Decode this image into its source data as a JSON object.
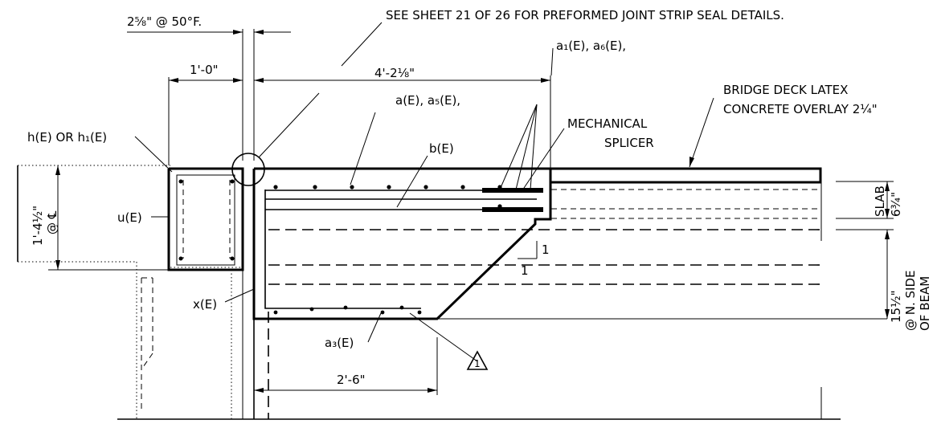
{
  "notes": {
    "sheet_ref": "SEE SHEET 21 OF 26 FOR PREFORMED JOINT STRIP SEAL DETAILS.",
    "overlay_line1": "BRIDGE DECK LATEX",
    "overlay_line2": "CONCRETE OVERLAY 2¼\"",
    "splicer_line1": "MECHANICAL",
    "splicer_line2": "SPLICER"
  },
  "dimensions": {
    "gap": "2⅝\" @ 50°F.",
    "one_foot": "1'-0\"",
    "span": "4'-2⅛\"",
    "bottom": "2'-6\"",
    "left_height": "1'-4½\"",
    "left_at": "@ ℄",
    "slab_label": "SLAB",
    "slab_thickness": "6¾\"",
    "beam_depth": "15½\"",
    "beam_line1": "@ N. SIDE",
    "beam_line2": "OF BEAM"
  },
  "callouts": {
    "a1_a6": "a₁(E), a₆(E),",
    "a_a5": "a(E), a₅(E),",
    "b": "b(E)",
    "h": "h(E) OR h₁(E)",
    "u": "u(E)",
    "x": "x(E)",
    "a3": "a₃(E)",
    "slope_rise": "1",
    "slope_run": "1",
    "delta": "1"
  }
}
